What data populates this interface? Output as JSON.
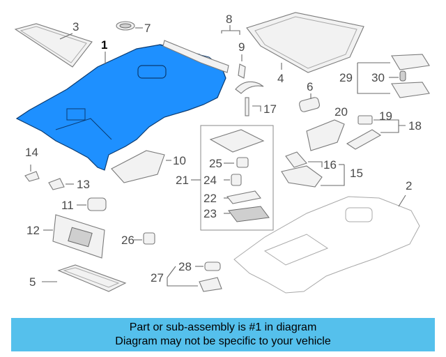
{
  "diagram": {
    "callouts": {
      "c1": "1",
      "c2": "2",
      "c3": "3",
      "c4": "4",
      "c5": "5",
      "c6": "6",
      "c7": "7",
      "c8": "8",
      "c9": "9",
      "c10": "10",
      "c11": "11",
      "c12": "12",
      "c13": "13",
      "c14": "14",
      "c15": "15",
      "c16": "16",
      "c17": "17",
      "c18": "18",
      "c19": "19",
      "c20": "20",
      "c21": "21",
      "c22": "22",
      "c23": "23",
      "c24": "24",
      "c25": "25",
      "c26": "26",
      "c27": "27",
      "c28": "28",
      "c29": "29",
      "c30": "30"
    },
    "highlight_color": "#1e90ff",
    "banner_color": "#55c0ec"
  },
  "banner": {
    "line1": "Part or sub-assembly is #1 in diagram",
    "line2": "Diagram may not be specific to your vehicle"
  }
}
